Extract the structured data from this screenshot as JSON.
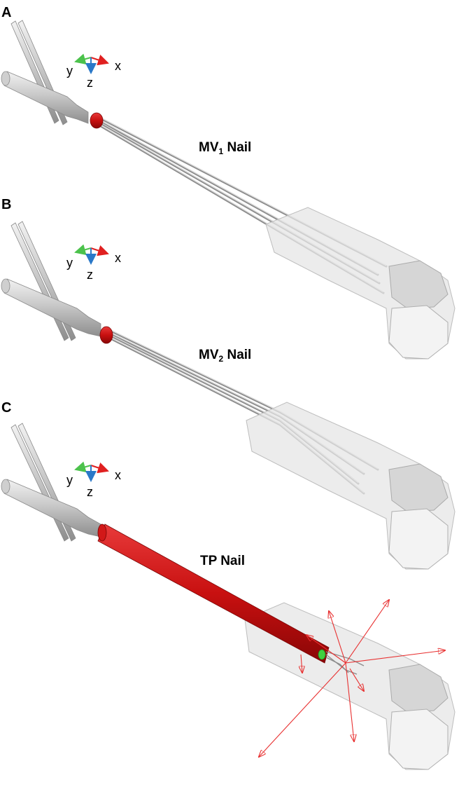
{
  "panels": [
    {
      "letter": "A",
      "label": {
        "prefix": "MV",
        "sub": "1",
        "suffix": " Nail"
      }
    },
    {
      "letter": "B",
      "label": {
        "prefix": "MV",
        "sub": "2",
        "suffix": " Nail"
      }
    },
    {
      "letter": "C",
      "label": {
        "prefix": "TP Nail",
        "sub": "",
        "suffix": ""
      }
    }
  ],
  "axes": {
    "x": "x",
    "y": "y",
    "z": "z"
  },
  "colors": {
    "nail_red": "#cc1111",
    "axis_x": "#e02020",
    "axis_y": "#4cc24c",
    "axis_z": "#2a78c8",
    "steel": "#b8b8b8",
    "bone": "#e4e4e4",
    "force_arrow": "#e83030",
    "tip_green": "#3fcf3f"
  }
}
